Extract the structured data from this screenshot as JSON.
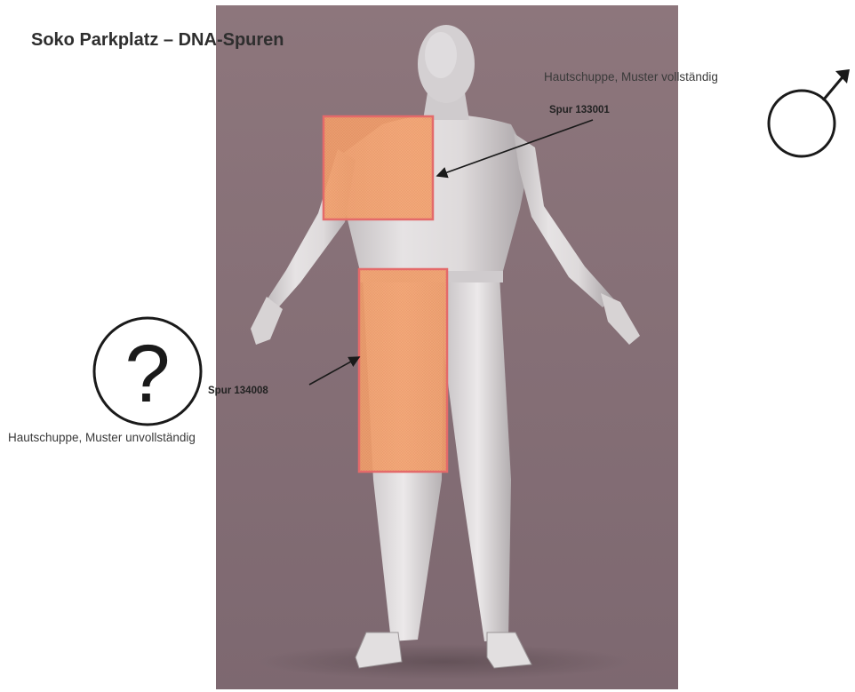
{
  "title": "Soko Parkplatz – DNA-Spuren",
  "findings": [
    {
      "trace_label": "Spur 133001",
      "description": "Hautschuppe, Muster vollständig",
      "symbol": "male-symbol-icon"
    },
    {
      "trace_label": "Spur 134008",
      "description": "Hautschuppe, Muster unvollständig",
      "symbol": "question-mark-symbol-icon"
    }
  ],
  "colors": {
    "background": "#8a737a",
    "highlight_fill": "#f0a06a",
    "highlight_border": "#e46a6a",
    "figure": "#d9d5d6",
    "ink": "#1a1a1a"
  }
}
